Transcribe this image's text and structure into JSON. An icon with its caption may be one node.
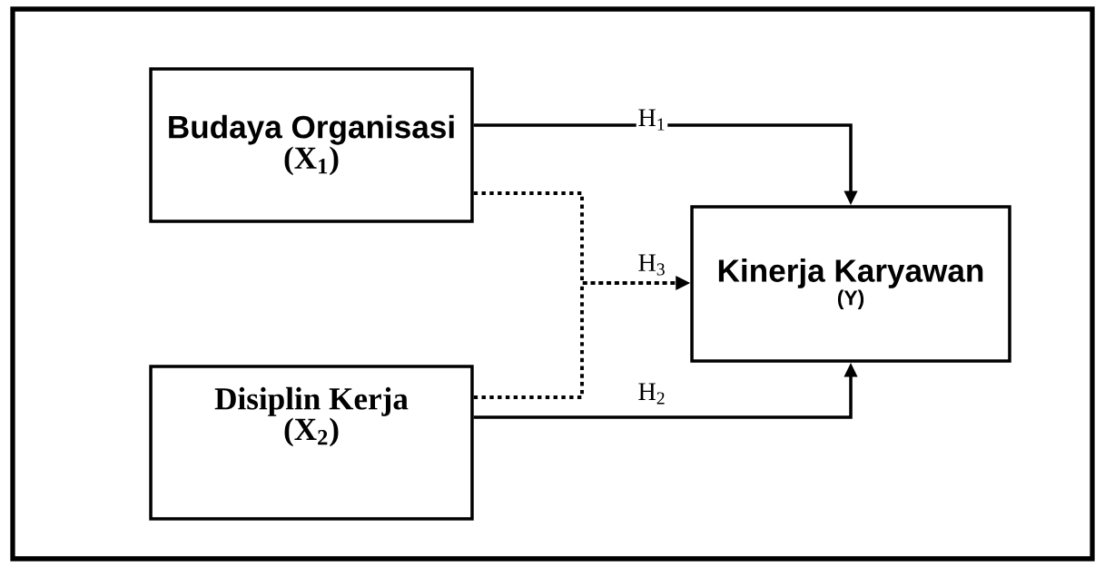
{
  "diagram": {
    "nodes": [
      {
        "text": [
          "Budaya Organisasi",
          "(X$_{1}$)"
        ]
      },
      {
        "text": [
          "Disiplin Kerja",
          "(X$_{2}$)"
        ]
      },
      {
        "text": [
          "Kinerja Karyawan",
          "(Y)"
        ]
      }
    ],
    "edges": [
      {
        "from": 0,
        "to": 2,
        "arrow": "to",
        "label": "H$_{1}$"
      },
      {
        "from": 1,
        "to": 2,
        "arrow": "to",
        "label": "H$_{2}$"
      },
      {
        "from": 0,
        "to": 2,
        "arrow": "to",
        "style": "dashed",
        "label": "H$_{3}$"
      },
      {
        "from": 1,
        "to": 2,
        "arrow": "to",
        "style": "dashed"
      }
    ]
  }
}
